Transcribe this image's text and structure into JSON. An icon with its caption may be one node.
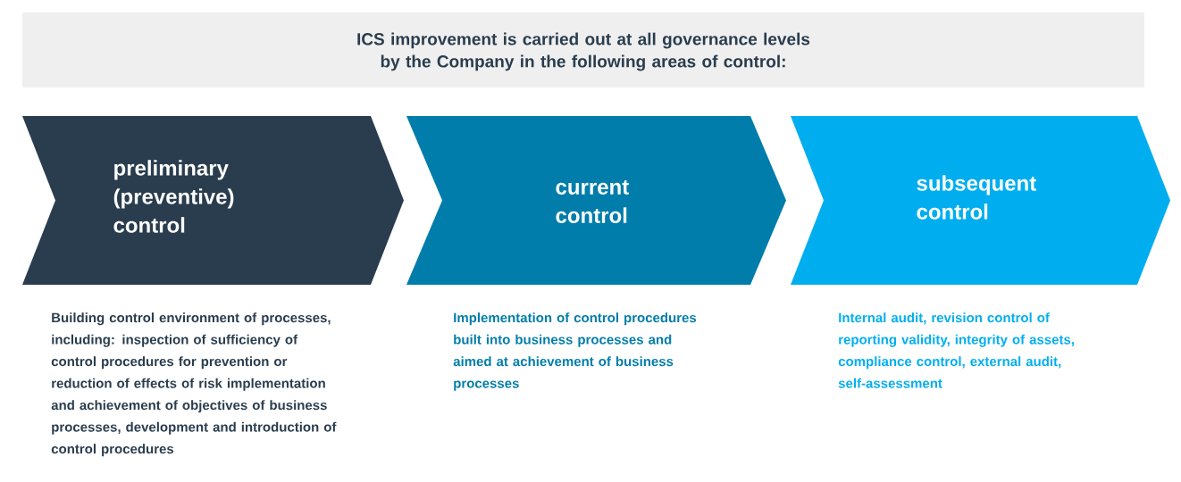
{
  "diagram": {
    "title": "ICS improvement is carried out at all governance levels by the Company in the following areas of control:",
    "nodes": [
      {
        "text": [
          "preliminary (preventive) control"
        ],
        "beside": [
          "Building control environment of processes, including: inspection of sufficiency of control procedures for prevention or reduction of effects of risk implementation and achievement of objectives of business processes, development and introduction of control procedures"
        ]
      },
      {
        "text": [
          "current control"
        ],
        "beside": [
          "Implementation of control procedures built into business processes and aimed at achievement of business processes"
        ]
      },
      {
        "text": [
          "subsequent control"
        ],
        "beside": [
          "Internal audit, revision control of reporting validity, integrity of assets, compliance control, external audit, self-assessment"
        ]
      }
    ]
  }
}
